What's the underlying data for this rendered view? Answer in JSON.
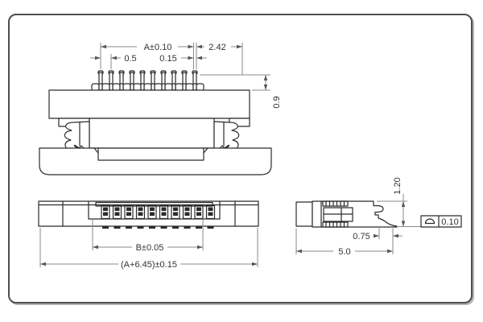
{
  "front_view": {
    "pin_span_dim": "A±0.10",
    "end_offset_dim": "2.42",
    "pitch_dim": "0.5",
    "pin_width_dim": "0.15",
    "pin_height_dim": "0.9"
  },
  "bottom_view": {
    "contact_span_dim": "B±0.05",
    "overall_width_dim": "(A+6.45)±0.15"
  },
  "side_view": {
    "height_dim": "1.20",
    "tail_dim": "0.75",
    "depth_dim": "5.0",
    "profile_tolerance": "0.10"
  },
  "colors": {
    "outline": "#2b2b2b",
    "dimension_lines": "#8a8a8a",
    "text": "#333333",
    "border": "#4f4f4f",
    "background": "#ffffff"
  }
}
